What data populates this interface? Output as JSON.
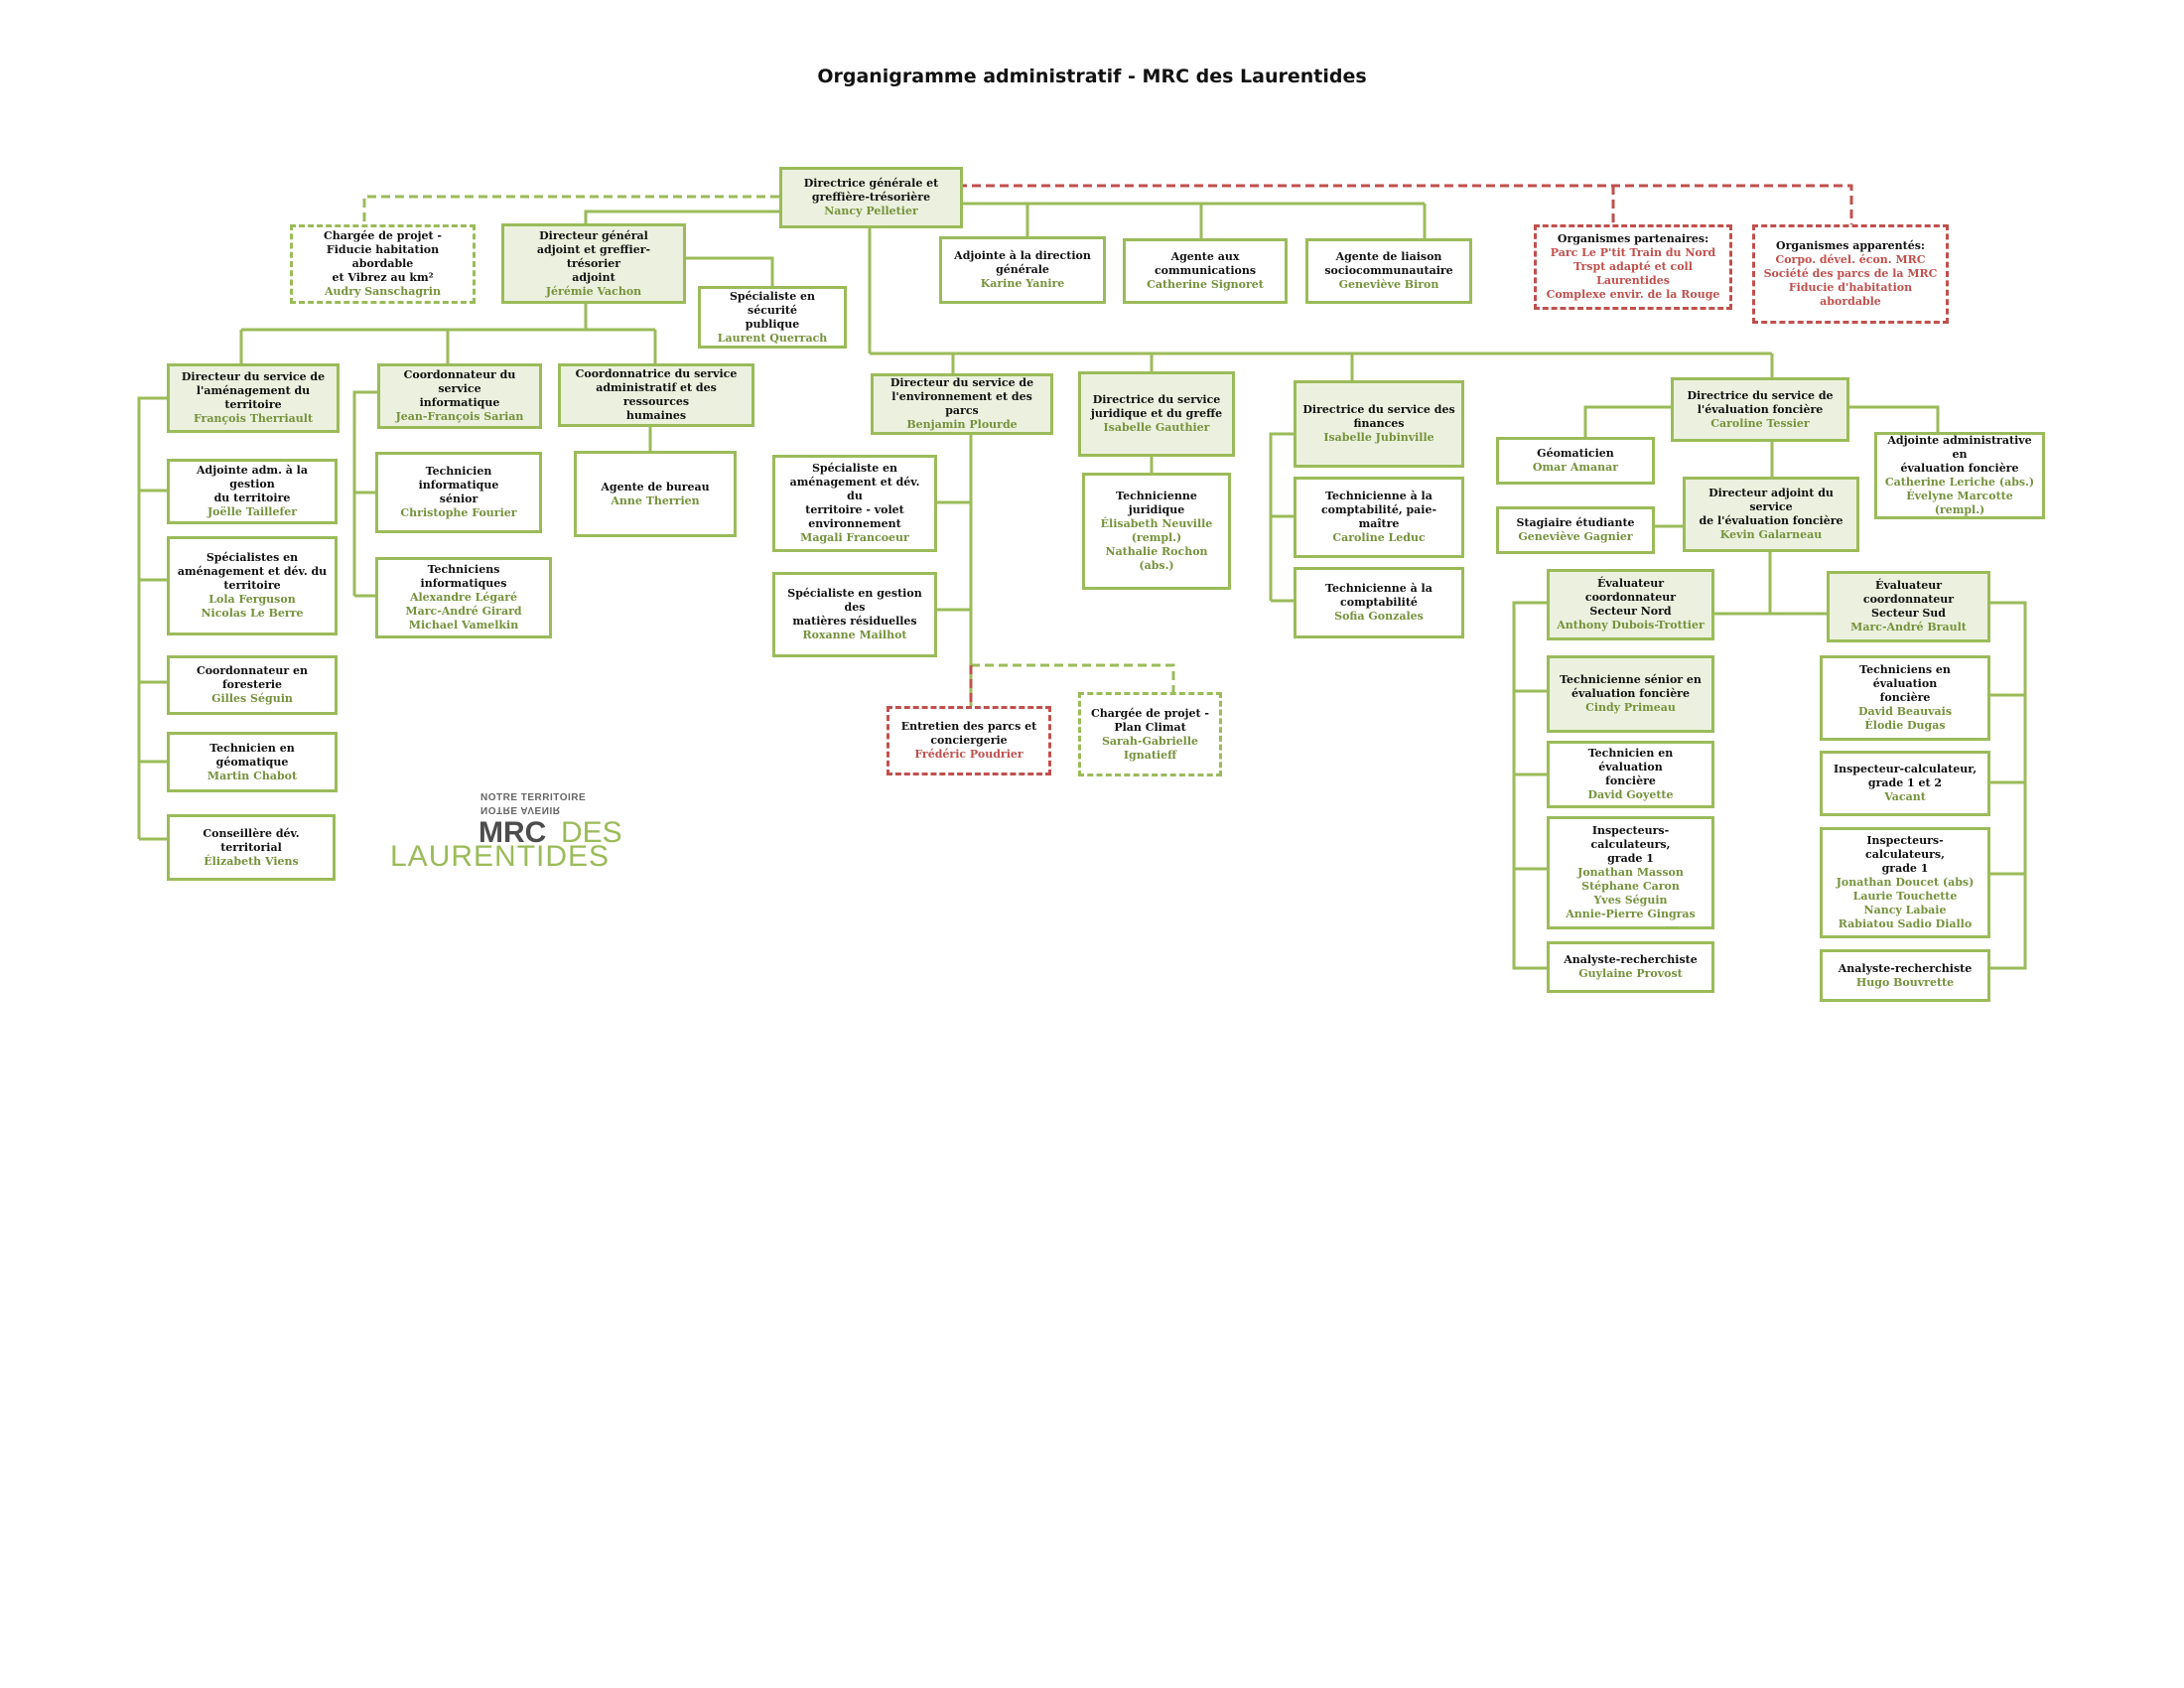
{
  "title": "Organigramme administratif - MRC des Laurentides",
  "colors": {
    "green": "#9bbb59",
    "green_fill": "#ebf1de",
    "red": "#c0504d",
    "name_green": "#76923c"
  },
  "nodes": {
    "dg": {
      "title": [
        "Directrice générale et",
        "greffière-trésorière"
      ],
      "people": [
        "Nancy Pelletier"
      ]
    },
    "chargee_fiducie": {
      "title": [
        "Chargée de projet -",
        "Fiducie habitation abordable",
        "et Vibrez au km²"
      ],
      "people": [
        "Audry Sanschagrin"
      ]
    },
    "dga": {
      "title": [
        "Directeur général",
        "adjoint et greffier-trésorier",
        "adjoint"
      ],
      "people": [
        "Jérémie Vachon"
      ]
    },
    "securite": {
      "title": [
        "Spécialiste en sécurité",
        "publique"
      ],
      "people": [
        "Laurent Querrach"
      ]
    },
    "adjointe_dg": {
      "title": [
        "Adjointe à la direction",
        "générale"
      ],
      "people": [
        "Karine Yanire"
      ]
    },
    "communications": {
      "title": [
        "Agente aux",
        "communications"
      ],
      "people": [
        "Catherine Signoret"
      ]
    },
    "liaison": {
      "title": [
        "Agente de liaison",
        "sociocommunautaire"
      ],
      "people": [
        "Geneviève Biron"
      ]
    },
    "partenaires": {
      "title": [
        "Organismes partenaires:"
      ],
      "people": [
        "Parc Le P'tit Train du Nord",
        "Trspt adapté et coll Laurentides",
        "Complexe envir. de la Rouge"
      ]
    },
    "apparentes": {
      "title": [
        "Organismes apparentés:"
      ],
      "people": [
        "Corpo. dével. écon. MRC",
        "Société des parcs de la MRC",
        "Fiducie d'habitation abordable"
      ]
    },
    "dir_amenagement": {
      "title": [
        "Directeur du service de",
        "l'aménagement du territoire"
      ],
      "people": [
        "François Therriault"
      ]
    },
    "adj_gestion": {
      "title": [
        "Adjointe adm. à la gestion",
        "du territoire"
      ],
      "people": [
        "Joëlle Taillefer"
      ]
    },
    "specialistes_amen": {
      "title": [
        "Spécialistes en",
        "aménagement et dév. du",
        "territoire"
      ],
      "people": [
        "Lola Ferguson",
        "Nicolas Le Berre"
      ]
    },
    "foresterie": {
      "title": [
        "Coordonnateur en",
        "foresterie"
      ],
      "people": [
        "Gilles Séguin"
      ]
    },
    "geomatique_tech": {
      "title": [
        "Technicien en géomatique"
      ],
      "people": [
        "Martin Chabot"
      ]
    },
    "conseillere_dev": {
      "title": [
        "Conseillère dév. territorial"
      ],
      "people": [
        "Élizabeth Viens"
      ]
    },
    "coord_info": {
      "title": [
        "Coordonnateur du service",
        "informatique"
      ],
      "people": [
        "Jean-François Sarian"
      ]
    },
    "tech_info_senior": {
      "title": [
        "Technicien informatique",
        "sénior"
      ],
      "people": [
        "Christophe Fourier"
      ]
    },
    "techs_info": {
      "title": [
        "Techniciens informatiques"
      ],
      "people": [
        "Alexandre Légaré",
        "Marc-André Girard",
        "Michael Vamelkin"
      ]
    },
    "coord_rh": {
      "title": [
        "Coordonnatrice du service",
        "administratif et des ressources",
        "humaines"
      ],
      "people": []
    },
    "agente_bureau": {
      "title": [
        "Agente de bureau"
      ],
      "people": [
        "Anne Therrien"
      ]
    },
    "dir_env": {
      "title": [
        "Directeur du service  de",
        "l'environnement et des parcs"
      ],
      "people": [
        "Benjamin Plourde"
      ]
    },
    "spec_env": {
      "title": [
        "Spécialiste en",
        "aménagement et dév. du",
        "territoire - volet",
        "environnement"
      ],
      "people": [
        "Magali Francoeur"
      ]
    },
    "spec_residuelles": {
      "title": [
        "Spécialiste en gestion des",
        "matières résiduelles"
      ],
      "people": [
        "Roxanne Mailhot"
      ]
    },
    "entretien_parcs": {
      "title": [
        "Entretien des parcs et",
        "conciergerie"
      ],
      "people": [
        "Frédéric Poudrier"
      ]
    },
    "chargee_climat": {
      "title": [
        "Chargée de projet -",
        "Plan Climat"
      ],
      "people": [
        "Sarah-Gabrielle",
        "Ignatieff"
      ]
    },
    "dir_juridique": {
      "title": [
        "Directrice du service",
        "juridique et du greffe"
      ],
      "people": [
        "Isabelle Gauthier"
      ]
    },
    "tech_juridique": {
      "title": [
        "Technicienne juridique"
      ],
      "people": [
        "Élisabeth Neuville",
        "(rempl.)",
        "Nathalie Rochon (abs.)"
      ]
    },
    "dir_finances": {
      "title": [
        "Directrice du service des",
        "finances"
      ],
      "people": [
        "Isabelle Jubinville"
      ]
    },
    "tech_paie": {
      "title": [
        "Technicienne à la",
        "comptabilité, paie-maître"
      ],
      "people": [
        "Caroline Leduc"
      ]
    },
    "tech_compta": {
      "title": [
        "Technicienne à la",
        "comptabilité"
      ],
      "people": [
        "Sofia Gonzales"
      ]
    },
    "dir_eval": {
      "title": [
        "Directrice du service de",
        "l'évaluation foncière"
      ],
      "people": [
        "Caroline Tessier"
      ]
    },
    "geomaticien": {
      "title": [
        "Géomaticien"
      ],
      "people": [
        "Omar Amanar"
      ]
    },
    "adj_admin_eval": {
      "title": [
        "Adjointe administrative en",
        "évaluation foncière"
      ],
      "people": [
        "Catherine Leriche (abs.)",
        "Évelyne Marcotte (rempl.)"
      ]
    },
    "stagiaire": {
      "title": [
        "Stagiaire étudiante"
      ],
      "people": [
        "Geneviève Gagnier"
      ]
    },
    "dir_adj_eval": {
      "title": [
        "Directeur adjoint du service",
        "de l'évaluation foncière"
      ],
      "people": [
        "Kevin Galarneau"
      ]
    },
    "eval_nord": {
      "title": [
        "Évaluateur coordonnateur",
        "Secteur Nord"
      ],
      "people": [
        "Anthony Dubois-Trottier"
      ]
    },
    "eval_sud": {
      "title": [
        "Évaluateur coordonnateur",
        "Secteur Sud"
      ],
      "people": [
        "Marc-André Brault"
      ]
    },
    "tech_senior_eval": {
      "title": [
        "Technicienne sénior en",
        "évaluation foncière"
      ],
      "people": [
        "Cindy Primeau"
      ]
    },
    "tech_eval": {
      "title": [
        "Technicien en évaluation",
        "foncière"
      ],
      "people": [
        "David Goyette"
      ]
    },
    "insp_nord": {
      "title": [
        "Inspecteurs-calculateurs,",
        "grade 1"
      ],
      "people": [
        "Jonathan Masson",
        "Stéphane Caron",
        "Yves Séguin",
        "Annie-Pierre Gingras"
      ]
    },
    "analyste_nord": {
      "title": [
        "Analyste-recherchiste"
      ],
      "people": [
        "Guylaine Provost"
      ]
    },
    "techs_eval_sud": {
      "title": [
        "Techniciens en évaluation",
        "foncière"
      ],
      "people": [
        "David Beauvais",
        "Élodie Dugas"
      ]
    },
    "insp_grade12": {
      "title": [
        "Inspecteur-calculateur,",
        "grade 1 et 2"
      ],
      "people": [
        "Vacant"
      ]
    },
    "insp_sud": {
      "title": [
        "Inspecteurs-calculateurs,",
        "grade 1"
      ],
      "people": [
        "Jonathan Doucet (abs)",
        "Laurie Touchette",
        "Nancy Labaie",
        "Rabiatou Sadio Diallo"
      ]
    },
    "analyste_sud": {
      "title": [
        "Analyste-recherchiste"
      ],
      "people": [
        "Hugo Bouvrette"
      ]
    }
  },
  "logo": {
    "tagline_top": "NOTRE TERRITOIRE",
    "tagline_mirror": "NOTRE AVENIR",
    "mrc": "MRC",
    "des": "DES",
    "laurentides": "LAURENTIDES"
  }
}
